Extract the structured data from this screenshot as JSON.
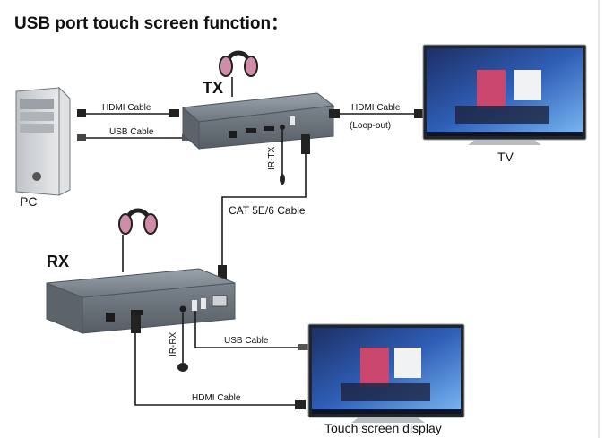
{
  "title": "USB port touch screen function：",
  "devices": {
    "pc": "PC",
    "tx": "TX",
    "rx": "RX",
    "tv": "TV",
    "touch_screen": "Touch screen display"
  },
  "labels": {
    "hdmi_cable": "HDMI Cable",
    "usb_cable": "USB Cable",
    "loop_out": "(Loop-out)",
    "cat_cable": "CAT 5E/6 Cable",
    "ir_tx": "IR-TX",
    "ir_rx": "IR-RX"
  },
  "colors": {
    "extender_body": "#6e767f",
    "headphone_pads": "#d08ca8",
    "screen_blue": "#2f5fb7"
  }
}
